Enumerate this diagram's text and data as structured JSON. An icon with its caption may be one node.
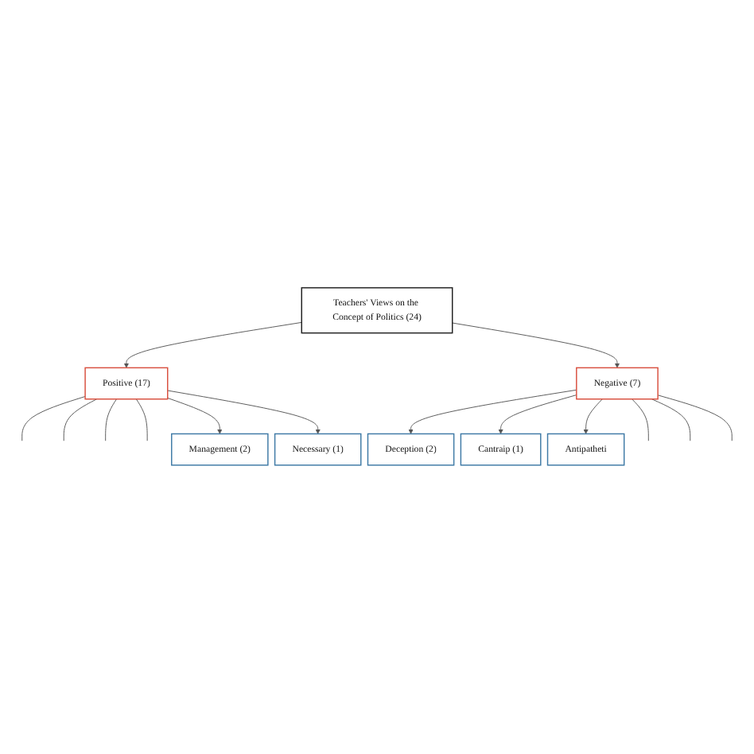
{
  "diagram": {
    "nodes": [
      {
        "text": [
          "Teachers' Views on the Concept of Politics (24)"
        ]
      },
      {
        "text": [
          "Positive (17)"
        ]
      },
      {
        "text": [
          "Negative (7)"
        ]
      },
      {
        "text": [
          "Management (2)"
        ]
      },
      {
        "text": [
          "Necessary (1)"
        ]
      },
      {
        "text": [
          "Deception (2)"
        ]
      },
      {
        "text": [
          "Cantraip (1)"
        ]
      },
      {
        "text": [
          "Antipatheti"
        ]
      }
    ],
    "edges": [
      {
        "from": 0,
        "to": 1,
        "arrow": "to"
      },
      {
        "from": 0,
        "to": 2,
        "arrow": "to"
      },
      {
        "from": 1,
        "to": null,
        "arrow": "none"
      },
      {
        "from": 1,
        "to": null,
        "arrow": "none"
      },
      {
        "from": 1,
        "to": null,
        "arrow": "none"
      },
      {
        "from": 1,
        "to": null,
        "arrow": "none"
      },
      {
        "from": 1,
        "to": 3,
        "arrow": "to"
      },
      {
        "from": 1,
        "to": 4,
        "arrow": "to"
      },
      {
        "from": 2,
        "to": 5,
        "arrow": "to"
      },
      {
        "from": 2,
        "to": 6,
        "arrow": "to"
      },
      {
        "from": 2,
        "to": 7,
        "arrow": "to"
      },
      {
        "from": 2,
        "to": null,
        "arrow": "none"
      },
      {
        "from": 2,
        "to": null,
        "arrow": "none"
      },
      {
        "from": 2,
        "to": null,
        "arrow": "none"
      }
    ]
  }
}
